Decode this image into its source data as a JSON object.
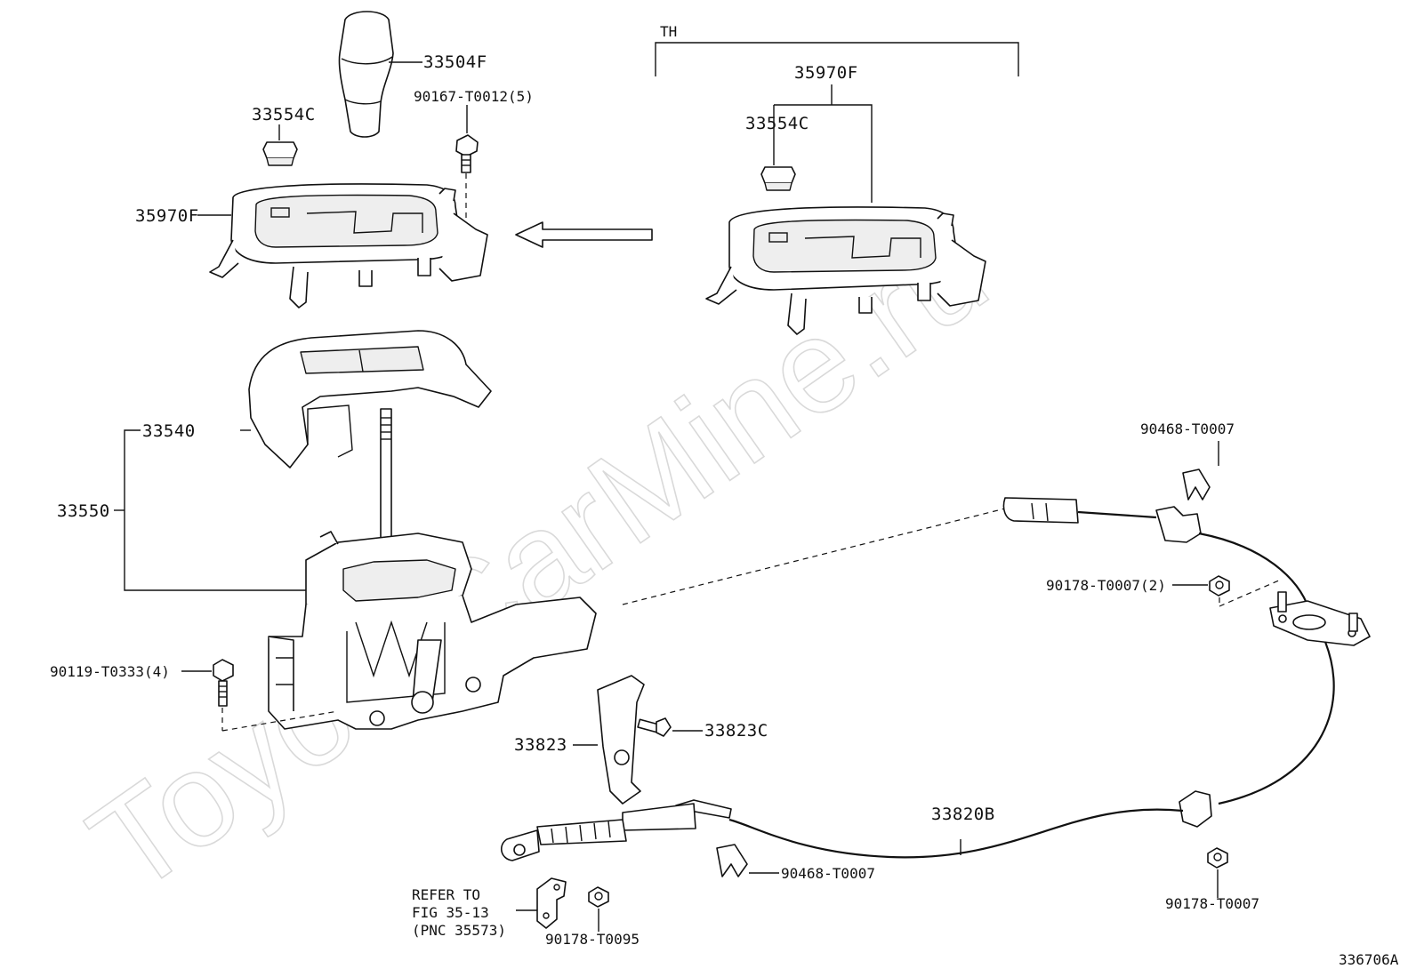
{
  "watermark": "ToyotaCarMine.ru",
  "variant_label": "TH",
  "figure_id": "336706A",
  "labels": {
    "knob": "33504F",
    "screw_top": "90167-T0012(5)",
    "clip_left": "33554C",
    "bezel_left": "35970F",
    "bezel_right": "35970F",
    "clip_right": "33554C",
    "housing_cover": "33540",
    "shifter_assy": "33550",
    "bolt_left": "90119-T0333(4)",
    "bracket": "33823",
    "bracket_bolt": "33823C",
    "cable": "33820B",
    "clip_top_right": "90468-T0007",
    "nut_mid_right": "90178-T0007(2)",
    "clip_bottom_mid": "90468-T0007",
    "nut_bottom_right": "90178-T0007",
    "nut_bottom": "90178-T0095",
    "refer_line1": "REFER TO",
    "refer_line2": "FIG 35-13",
    "refer_line3": "(PNC 35573)"
  }
}
